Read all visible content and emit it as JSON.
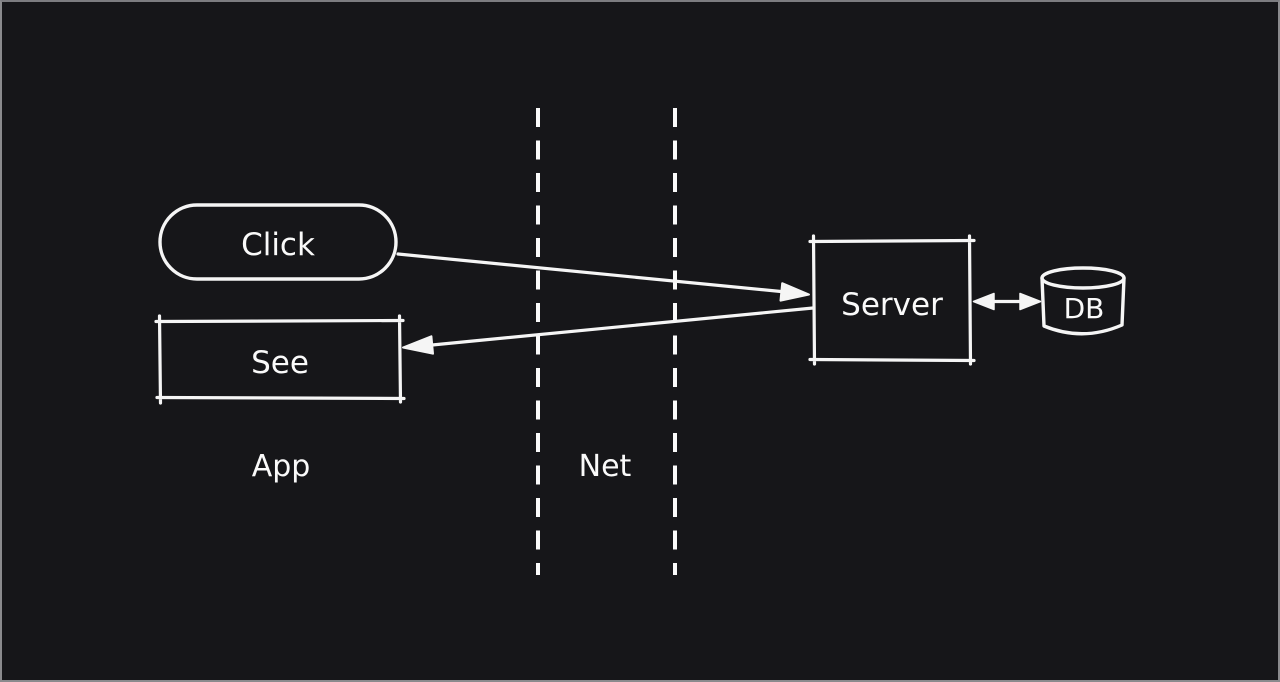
{
  "canvas": {
    "background": "#161619",
    "frame_border": "#8a8a8d",
    "stroke_color": "#f5f5f5",
    "text_color": "#fafafa"
  },
  "nodes": {
    "click": {
      "label": "Click",
      "shape": "stadium"
    },
    "see": {
      "label": "See",
      "shape": "rectangle"
    },
    "server": {
      "label": "Server",
      "shape": "rectangle"
    },
    "db": {
      "label": "DB",
      "shape": "cylinder"
    }
  },
  "zones": {
    "app": {
      "label": "App"
    },
    "net": {
      "label": "Net"
    }
  },
  "edges": [
    {
      "from": "click",
      "to": "server",
      "type": "arrow"
    },
    {
      "from": "server",
      "to": "see",
      "type": "arrow"
    },
    {
      "from": "server",
      "to": "db",
      "type": "double-arrow"
    }
  ]
}
